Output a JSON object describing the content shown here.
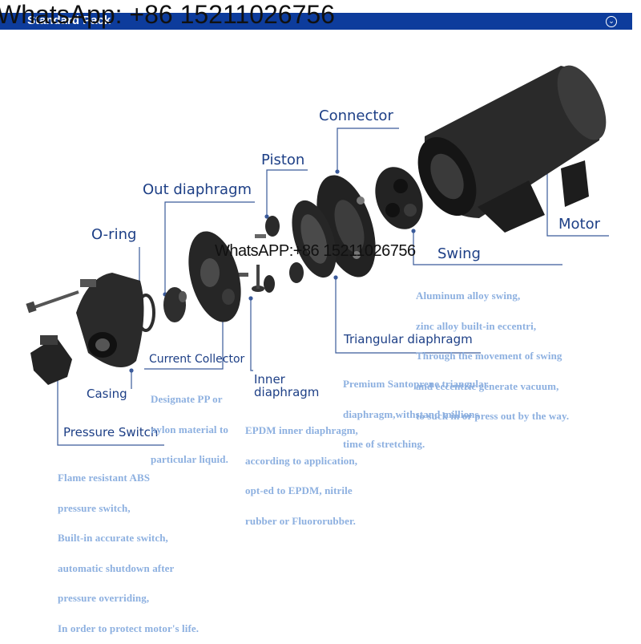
{
  "header": {
    "title": "Standard Pack"
  },
  "watermarks": {
    "top": "WhatsApp: +86 15211026756",
    "middle": "WhatsAPP:+86 15211026756"
  },
  "labels": {
    "connector": "Connector",
    "piston": "Piston",
    "out_diaphragm": "Out diaphragm",
    "o_ring": "O-ring",
    "motor": "Motor",
    "swing": "Swing",
    "triangular_diaphragm": "Triangular diaphragm",
    "current_collector": "Current Collector",
    "inner_diaphragm_1": "Inner",
    "inner_diaphragm_2": "diaphragm",
    "casing": "Casing",
    "pressure_switch": "Pressure Switch"
  },
  "descriptions": {
    "swing": [
      "Aluminum alloy swing,",
      "zinc alloy built-in eccentri,",
      "Through the movement of swing",
      "and eccentric generate vacuum,",
      "to suck in or press out by the way."
    ],
    "triangular_diaphragm": [
      "Premium Santoprene triangular",
      "diaphragm,withstand millions",
      "time of stretching."
    ],
    "current_collector": [
      "Designate PP or",
      "nylon material to",
      "particular liquid."
    ],
    "inner_diaphragm": [
      "EPDM inner diaphragm,",
      "according to application,",
      "opt-ed to EPDM, nitrile",
      "rubber or Fluororubber."
    ],
    "pressure_switch": [
      "Flame resistant ABS",
      "pressure switch,",
      "Built-in accurate switch,",
      "automatic shutdown after",
      "pressure overriding,",
      "In order to protect motor's life."
    ]
  },
  "colors": {
    "header_bg": "#0d3c9c",
    "label": "#1d3f86",
    "description": "#8db0e0",
    "leader": "#3a5a9a",
    "part": "#1c1c1c"
  }
}
